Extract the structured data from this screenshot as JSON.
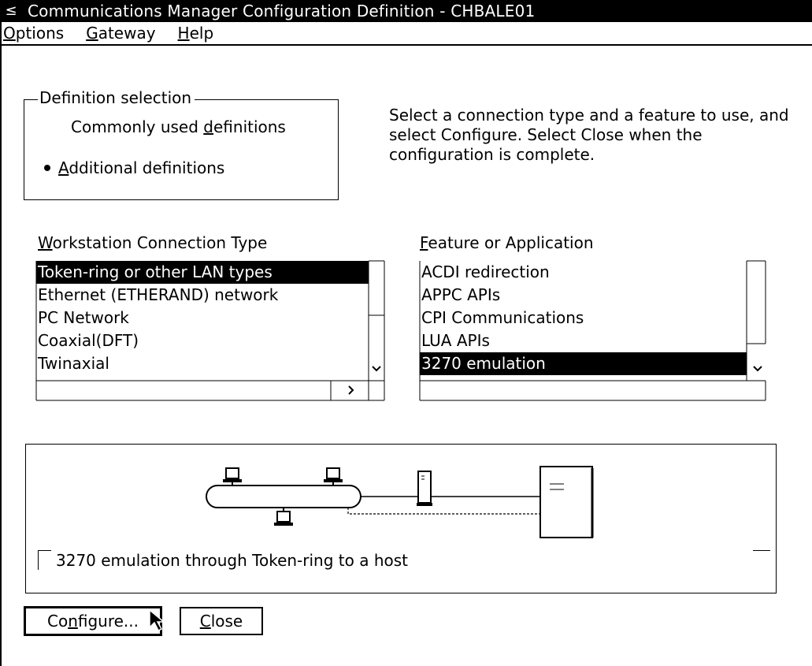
{
  "window": {
    "title": "Communications Manager Configuration Definition - CHBALE01",
    "system_menu_icon": "system-menu-icon"
  },
  "menubar": {
    "items": [
      {
        "label": "Options",
        "mnemonic": "O"
      },
      {
        "label": "Gateway",
        "mnemonic": "G"
      },
      {
        "label": "Help",
        "mnemonic": "H"
      }
    ]
  },
  "definition_selection": {
    "group_label": "Definition selection",
    "options": [
      {
        "label": "Commonly used definitions",
        "selected": false
      },
      {
        "label": "Additional definitions",
        "selected": true
      }
    ]
  },
  "instructions": "Select a connection type and a feature to use, and select Configure.  Select Close when the configuration is complete.",
  "connection_type": {
    "label": "Workstation Connection Type",
    "items": [
      {
        "label": "Token-ring or other LAN types",
        "selected": true
      },
      {
        "label": "Ethernet (ETHERAND) network",
        "selected": false
      },
      {
        "label": "PC Network",
        "selected": false
      },
      {
        "label": "Coaxial(DFT)",
        "selected": false
      },
      {
        "label": "Twinaxial",
        "selected": false
      }
    ]
  },
  "feature": {
    "label": "Feature or Application",
    "items": [
      {
        "label": "ACDI redirection",
        "selected": false
      },
      {
        "label": "APPC APIs",
        "selected": false
      },
      {
        "label": "CPI Communications",
        "selected": false
      },
      {
        "label": "LUA APIs",
        "selected": false
      },
      {
        "label": "3270 emulation",
        "selected": true
      }
    ]
  },
  "diagram": {
    "caption": "3270 emulation through Token-ring to a host"
  },
  "buttons": {
    "configure": "Configure...",
    "close": "Close"
  },
  "colors": {
    "background": "#ffffff",
    "foreground": "#000000",
    "selection": "#000000"
  }
}
